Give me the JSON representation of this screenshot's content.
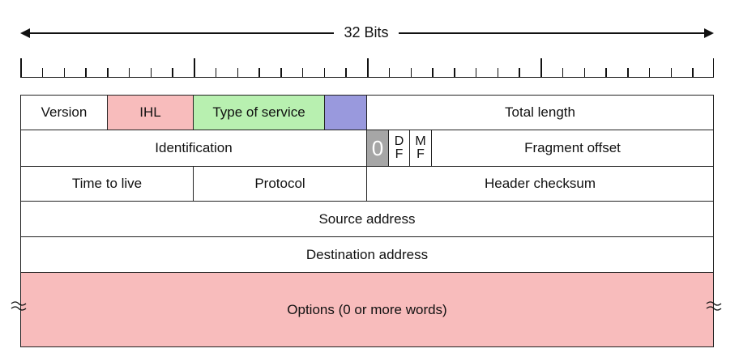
{
  "diagram": {
    "width_label": "32 Bits",
    "fields": {
      "version": "Version",
      "ihl": "IHL",
      "type_of_service": "Type of service",
      "total_length": "Total length",
      "identification": "Identification",
      "reserved_bit": "0",
      "df_top": "D",
      "df_bottom": "F",
      "mf_top": "M",
      "mf_bottom": "F",
      "fragment_offset": "Fragment offset",
      "time_to_live": "Time to live",
      "protocol": "Protocol",
      "header_checksum": "Header checksum",
      "source_address": "Source address",
      "destination_address": "Destination address",
      "options": "Options (0 or more words)"
    },
    "colors": {
      "ihl": "#f8bcbc",
      "type_of_service": "#b8f0b0",
      "tos_extra": "#9999dd",
      "reserved_bit": "#a6a6a6",
      "options": "#f8bcbc"
    }
  }
}
